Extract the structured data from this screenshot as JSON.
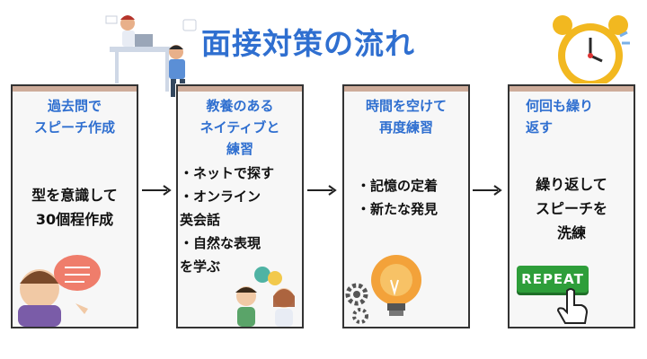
{
  "title": "面接対策の流れ",
  "steps": [
    {
      "heading": "過去問で\nスピーチ作成",
      "body": "型を意識して\n30個程作成"
    },
    {
      "heading": "教養のある\nネイティブと\n練習",
      "bullets": [
        "・ネットで探す",
        "・オンライン",
        "英会話",
        "・自然な表現",
        "を学ぶ"
      ]
    },
    {
      "heading": "時間を空けて\n再度練習",
      "bullets": [
        "・記憶の定着",
        "・新たな発見"
      ]
    },
    {
      "heading": "何回も繰り\n返す",
      "body": "繰り返して\nスピーチを\n洗練"
    }
  ],
  "repeat_button": "REPEAT",
  "colors": {
    "title": "#2f6fd0",
    "heading": "#2f6fd0",
    "repeat": "#2e9e3a"
  }
}
